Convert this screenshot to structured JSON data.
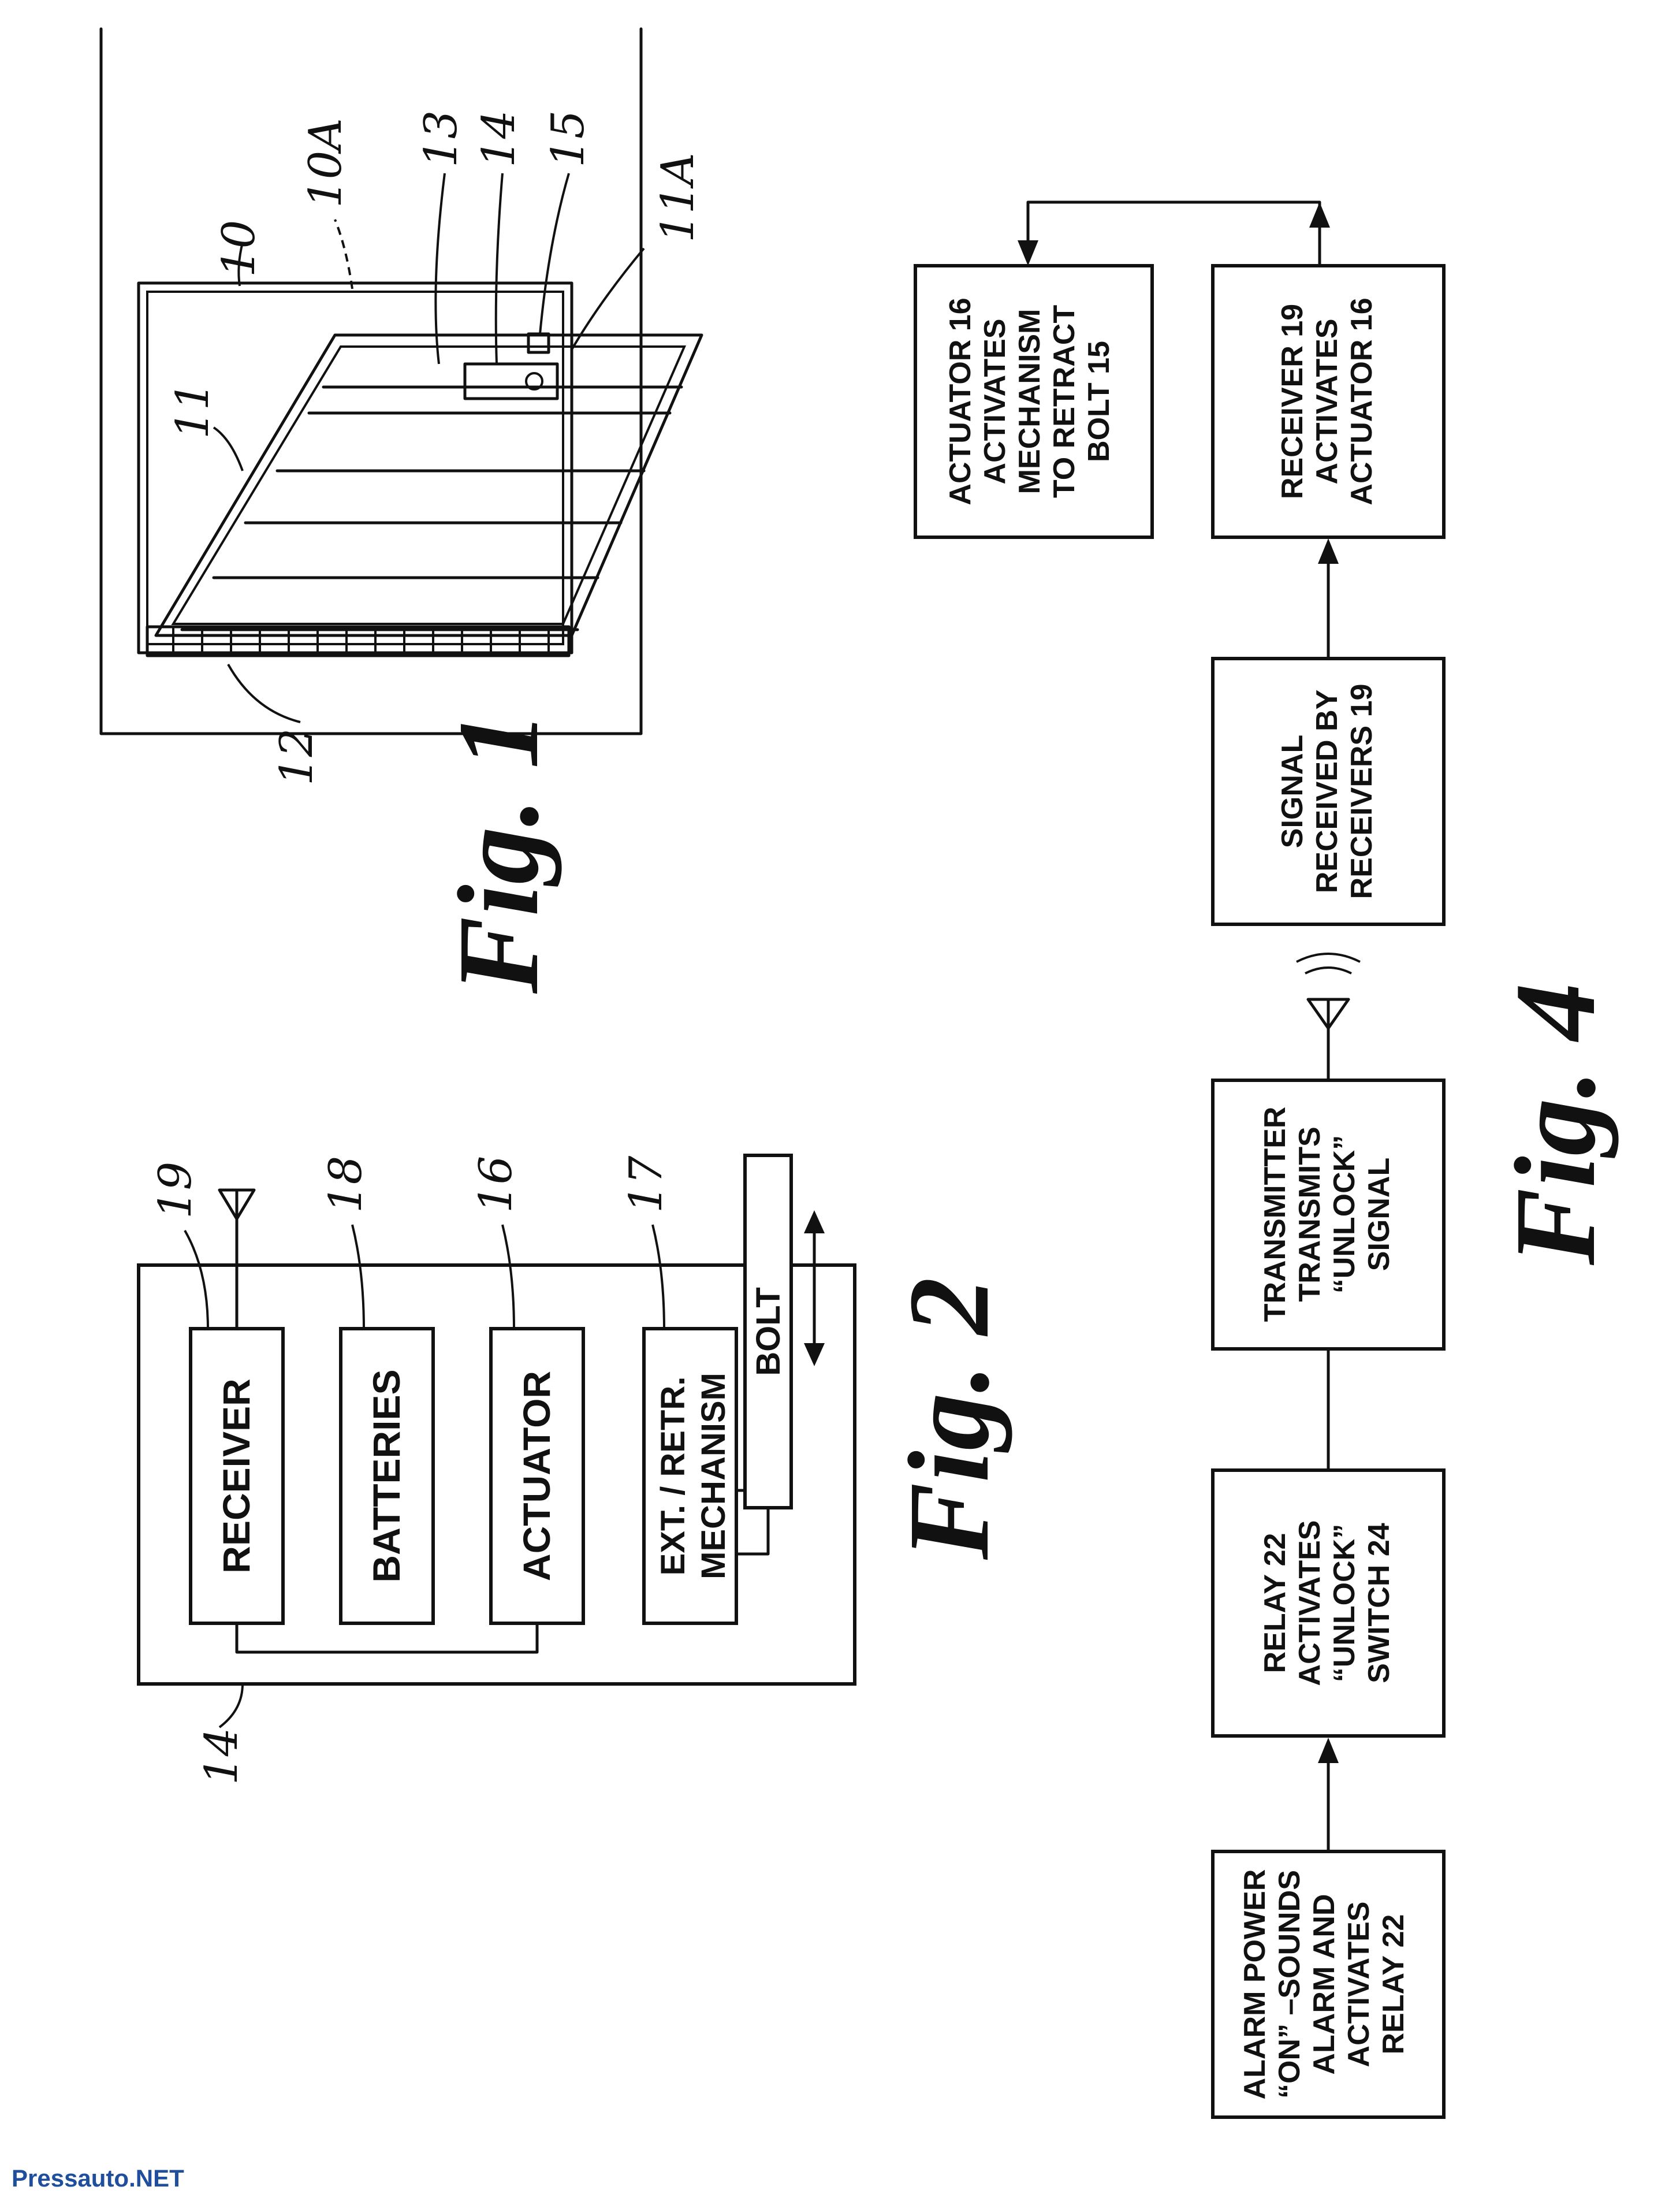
{
  "fig1": {
    "caption": "Fig. 1",
    "refs": {
      "r10": "10",
      "r10a": "10A",
      "r11": "11",
      "r11a": "11A",
      "r12": "12",
      "r13": "13",
      "r14": "14",
      "r15": "15"
    }
  },
  "fig2": {
    "caption": "Fig. 2",
    "blocks": {
      "receiver": "RECEIVER",
      "batteries": "BATTERIES",
      "actuator": "ACTUATOR",
      "mech1": "EXT. / RETR.",
      "mech2": "MECHANISM",
      "bolt": "BOLT"
    },
    "refs": {
      "r14": "14",
      "r16": "16",
      "r17": "17",
      "r18": "18",
      "r19": "19"
    }
  },
  "fig4": {
    "caption": "Fig. 4",
    "steps": [
      {
        "lines": [
          "ALARM POWER",
          "“ON” –SOUNDS",
          "ALARM AND",
          "ACTIVATES",
          "RELAY 22"
        ]
      },
      {
        "lines": [
          "RELAY 22",
          "ACTIVATES",
          "“UNLOCK”",
          "SWITCH 24"
        ]
      },
      {
        "lines": [
          "TRANSMITTER",
          "TRANSMITS",
          "“UNLOCK”",
          "SIGNAL"
        ]
      },
      {
        "lines": [
          "SIGNAL",
          "RECEIVED BY",
          "RECEIVERS 19"
        ]
      },
      {
        "lines": [
          "RECEIVER 19",
          "ACTIVATES",
          "ACTUATOR 16"
        ]
      },
      {
        "lines": [
          "ACTUATOR 16",
          "ACTIVATES",
          "MECHANISM",
          "TO RETRACT",
          "BOLT 15"
        ]
      }
    ]
  },
  "watermark": "Pressauto.NET"
}
